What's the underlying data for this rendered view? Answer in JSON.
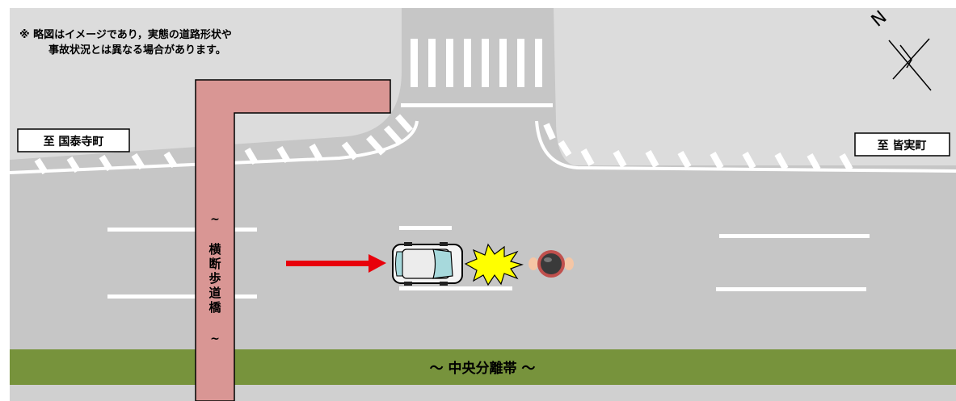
{
  "note": {
    "line1": "※ 略図はイメージであり，実態の道路形状や",
    "line2": "事故状況とは異なる場合があります。"
  },
  "direction_left": "至 国泰寺町",
  "direction_right": "至 皆実町",
  "bridge": {
    "chars": [
      "横",
      "断",
      "歩",
      "道",
      "橋"
    ],
    "squiggle": "~"
  },
  "median_label": "～ 中央分離帯 ～",
  "compass_label": "N",
  "colors": {
    "road": "#c6c6c6",
    "sidewalk": "#dcdcdc",
    "median": "#77933c",
    "bridge": "#d99694",
    "arrow": "#e8000b",
    "collision": "#ffff00"
  },
  "icons": [
    "car-icon",
    "motorcycle-icon",
    "collision-icon",
    "direction-arrow-icon",
    "north-compass-icon"
  ]
}
